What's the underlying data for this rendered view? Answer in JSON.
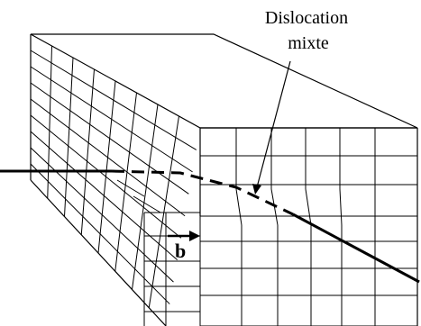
{
  "annotation": {
    "line1": "Dislocation",
    "line2": "mixte"
  },
  "burgers_vector": {
    "label": "b"
  },
  "dislocation_line": {
    "segments": [
      "solid",
      "dashed",
      "solid"
    ]
  },
  "colors": {
    "ink": "#000000",
    "background": "#ffffff"
  }
}
